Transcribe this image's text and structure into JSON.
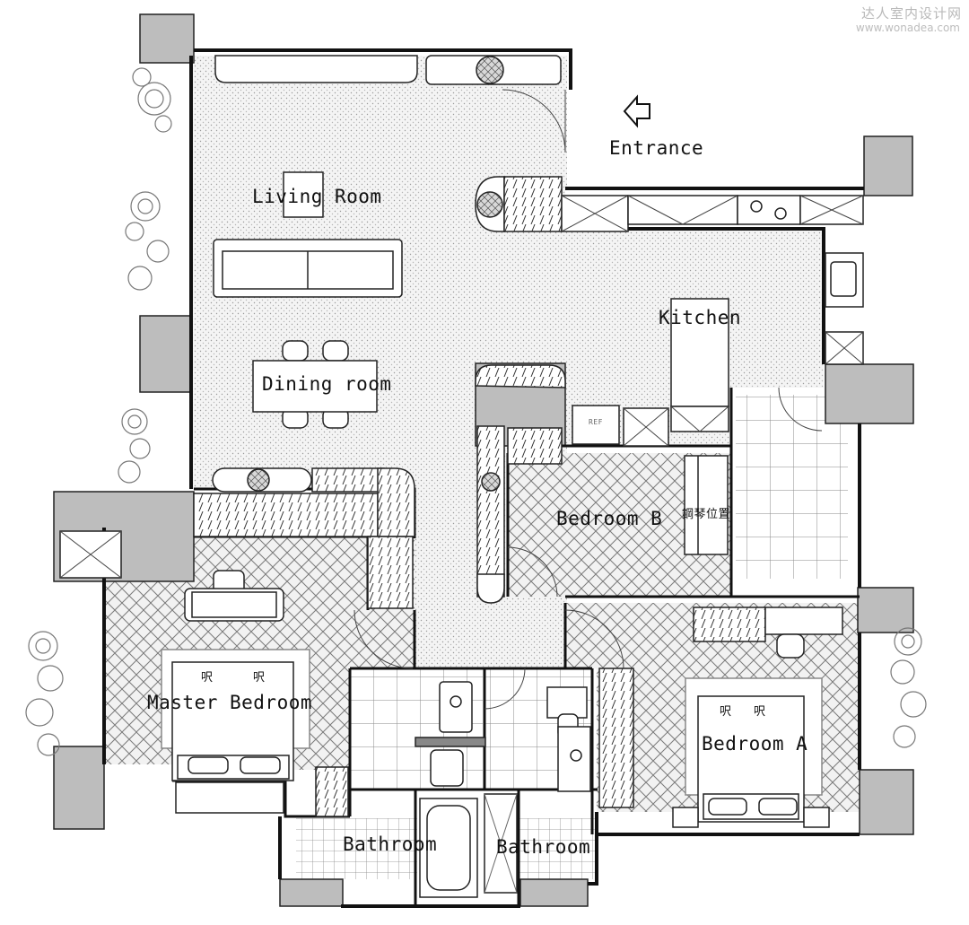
{
  "watermark": {
    "brand_cn": "达人室内设计网",
    "url": "www.wonadea.com"
  },
  "rooms": {
    "living": "Living Room",
    "dining": "Dining room",
    "kitchen": "Kitchen",
    "entrance": "Entrance",
    "bedroom_b": "Bedroom B",
    "piano": "鋼琴位置",
    "master": "Master Bedroom",
    "bedroom_a": "Bedroom A",
    "bath1": "Bathroom",
    "bath2": "Bathroom"
  },
  "bed_marks": {
    "master_left": "呎",
    "master_right": "呎",
    "a_left": "呎",
    "a_right": "呎"
  },
  "appliance": {
    "ref": "REF"
  }
}
